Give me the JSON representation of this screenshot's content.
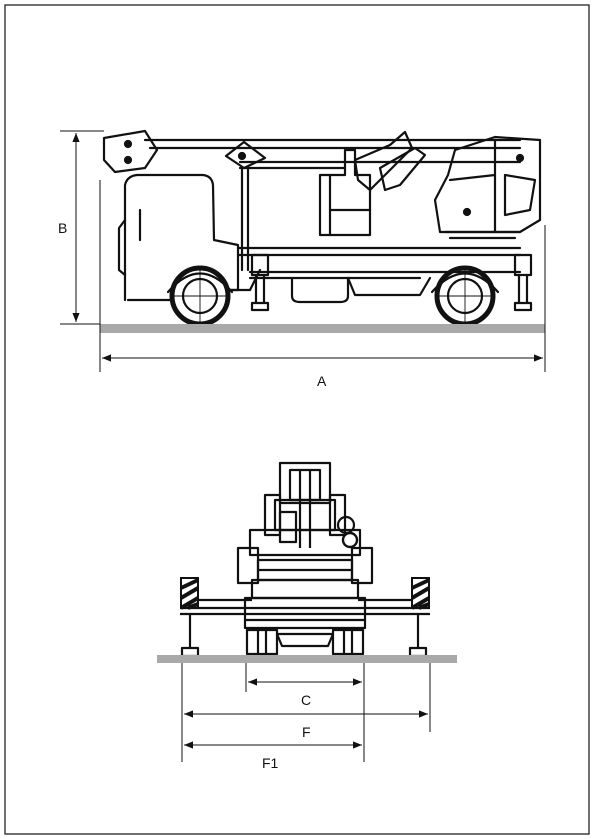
{
  "labels": {
    "A": "A",
    "B": "B",
    "C": "C",
    "F": "F",
    "F1": "F1"
  },
  "colors": {
    "ink": "#111111",
    "ground": "#a9a9a9",
    "frame": "#222222",
    "background": "#ffffff"
  },
  "icons": {
    "side_view": "truck-mounted-aerial-platform-side-view",
    "rear_view": "truck-mounted-aerial-platform-rear-view"
  }
}
